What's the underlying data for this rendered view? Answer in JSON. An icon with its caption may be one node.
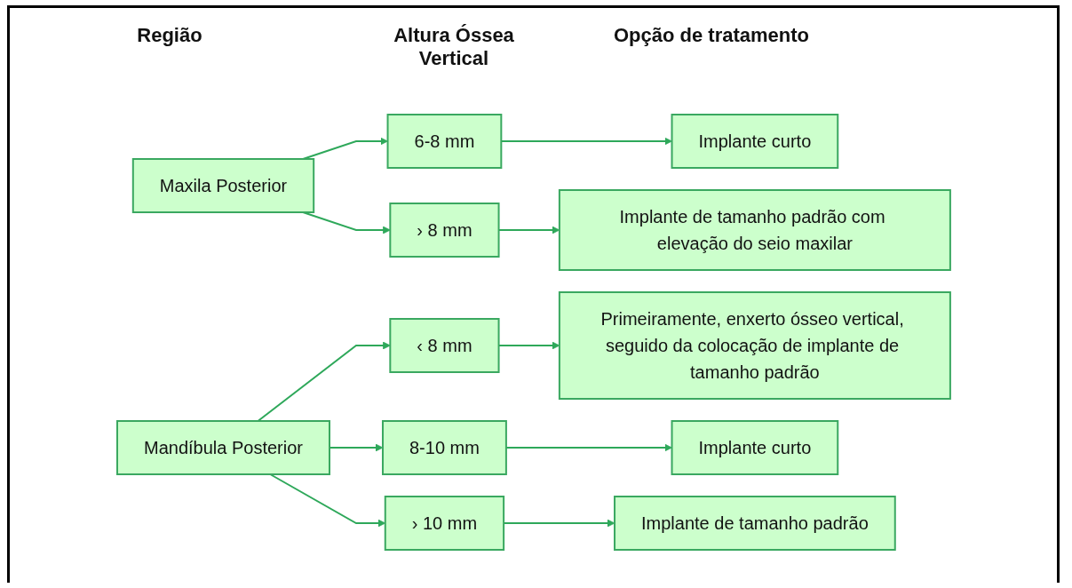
{
  "diagram": {
    "nodes": [
      {
        "text": [
          "Maxila Posterior"
        ]
      },
      {
        "text": [
          "6-8 mm"
        ]
      },
      {
        "text": [
          "Implante curto"
        ]
      },
      {
        "text": [
          "› 8 mm"
        ]
      },
      {
        "text": [
          "Implante de tamanho padrão com elevação do seio maxilar"
        ]
      },
      {
        "text": [
          "Mandíbula Posterior"
        ]
      },
      {
        "text": [
          "‹ 8 mm"
        ]
      },
      {
        "text": [
          "Primeiramente, enxerto ósseo vertical, seguido da colocação de implante de tamanho padrão"
        ]
      },
      {
        "text": [
          "8-10 mm"
        ]
      },
      {
        "text": [
          "Implante curto"
        ]
      },
      {
        "text": [
          "› 10 mm"
        ]
      },
      {
        "text": [
          "Implante de tamanho padrão"
        ]
      }
    ],
    "edges": [
      {
        "from": 0,
        "to": 1,
        "arrow": "to"
      },
      {
        "from": 0,
        "to": 3,
        "arrow": "to"
      },
      {
        "from": 1,
        "to": 2,
        "arrow": "to"
      },
      {
        "from": 3,
        "to": 4,
        "arrow": "to"
      },
      {
        "from": 5,
        "to": 6,
        "arrow": "to"
      },
      {
        "from": 5,
        "to": 8,
        "arrow": "to"
      },
      {
        "from": 5,
        "to": 10,
        "arrow": "to"
      },
      {
        "from": 6,
        "to": 7,
        "arrow": "to"
      },
      {
        "from": 8,
        "to": 9,
        "arrow": "to"
      },
      {
        "from": 10,
        "to": 11,
        "arrow": "to"
      }
    ],
    "labels": [
      "Região",
      "Altura Óssea Vertical",
      "Opção de tratamento"
    ]
  }
}
